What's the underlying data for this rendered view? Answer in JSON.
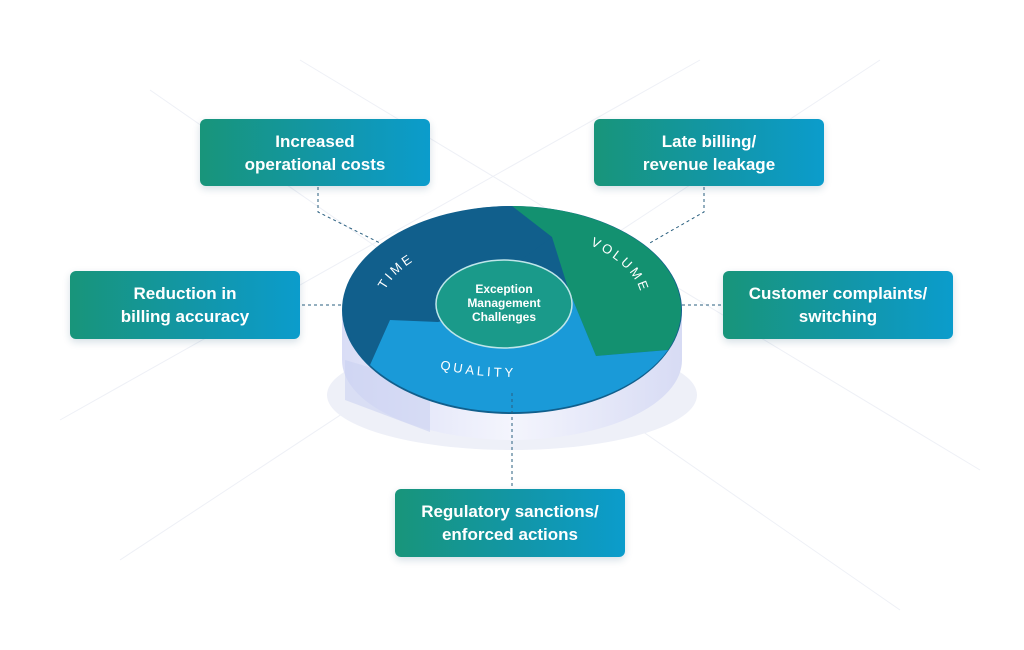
{
  "center": {
    "line1": "Exception",
    "line2": "Management",
    "line3": "Challenges"
  },
  "segments": {
    "time": "TIME",
    "volume": "VOLUME",
    "quality": "QUALITY"
  },
  "callouts": {
    "costs": {
      "line1": "Increased",
      "line2": "operational costs"
    },
    "late_billing": {
      "line1": "Late billing/",
      "line2": "revenue leakage"
    },
    "accuracy": {
      "line1": "Reduction in",
      "line2": "billing accuracy"
    },
    "complaints": {
      "line1": "Customer complaints/",
      "line2": "switching"
    },
    "regulatory": {
      "line1": "Regulatory sanctions/",
      "line2": "enforced actions"
    }
  },
  "colors": {
    "time": "#115f8c",
    "volume": "#139170",
    "quality": "#1a9ad8",
    "center": "#1a9a8a",
    "connector": "#2a5f7f",
    "disc_side": "#e6e9f8"
  }
}
